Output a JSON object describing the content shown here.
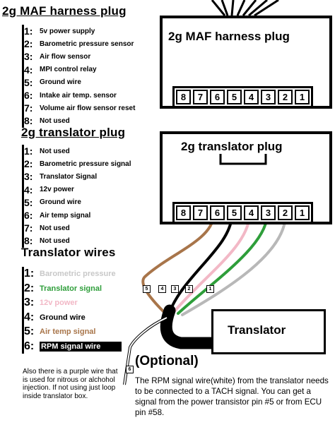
{
  "maf_section": {
    "heading": "2g MAF harness plug",
    "pins": [
      {
        "num": "1:",
        "label": "5v power supply"
      },
      {
        "num": "2:",
        "label": "Barometric pressure sensor"
      },
      {
        "num": "3:",
        "label": "Air flow sensor"
      },
      {
        "num": "4:",
        "label": "MPI control relay"
      },
      {
        "num": "5:",
        "label": "Ground wire"
      },
      {
        "num": "6:",
        "label": "Intake air temp. sensor"
      },
      {
        "num": "7:",
        "label": "Volume air flow sensor reset"
      },
      {
        "num": "8:",
        "label": "Not used"
      }
    ]
  },
  "translator_section": {
    "heading": "2g translator plug",
    "pins": [
      {
        "num": "1:",
        "label": "Not used"
      },
      {
        "num": "2:",
        "label": "Barometric pressure signal"
      },
      {
        "num": "3:",
        "label": "Translator Signal"
      },
      {
        "num": "4:",
        "label": "12v power"
      },
      {
        "num": "5:",
        "label": "Ground wire"
      },
      {
        "num": "6:",
        "label": "Air temp signal"
      },
      {
        "num": "7:",
        "label": "Not used"
      },
      {
        "num": "8:",
        "label": "Not used"
      }
    ]
  },
  "wires_section": {
    "heading": "Translator wires",
    "wires": [
      {
        "num": "1:",
        "label": "Barometric pressure",
        "color": "#c8c8c8"
      },
      {
        "num": "2:",
        "label": "Translator signal",
        "color": "#2e9e3a"
      },
      {
        "num": "3:",
        "label": "12v power",
        "color": "#f2b8c6"
      },
      {
        "num": "4:",
        "label": "Ground wire",
        "color": "#000000"
      },
      {
        "num": "5:",
        "label": "Air temp signal",
        "color": "#a8754a"
      },
      {
        "num": "6:",
        "label": "RPM signal wire",
        "color": "#ffffff",
        "bg": "#000000"
      }
    ]
  },
  "maf_plug": {
    "title": "2g MAF harness plug",
    "pins": [
      "8",
      "7",
      "6",
      "5",
      "4",
      "3",
      "2",
      "1"
    ]
  },
  "translator_plug": {
    "title": "2g translator plug",
    "pins": [
      "8",
      "7",
      "6",
      "5",
      "4",
      "3",
      "2",
      "1"
    ]
  },
  "translator_box": {
    "label": "Translator"
  },
  "wire_tags": [
    "5",
    "4",
    "3",
    "2",
    "1",
    "6"
  ],
  "optional_label": "(Optional)",
  "purple_note": "Also there is a purple wire that is used for nitrous or alchohol injection. If not using just loop inside translator box.",
  "rpm_note": "The RPM signal wire(white) from the translator needs to be connected to a TACH signal. You can get a signal from the power transistor pin #5 or from ECU pin #58."
}
